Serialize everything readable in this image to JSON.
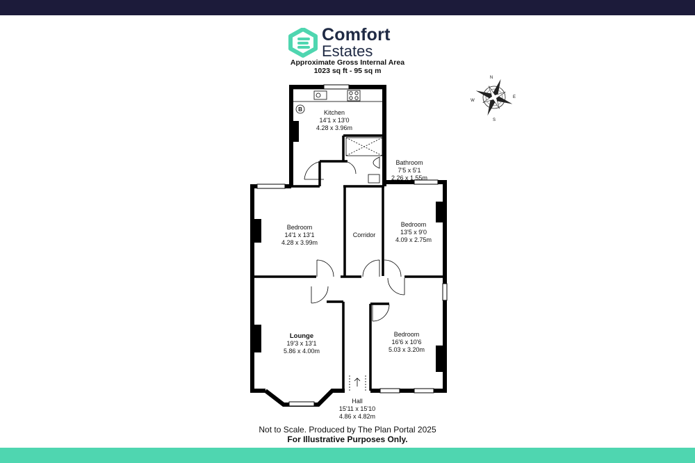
{
  "colors": {
    "top_bar": "#1c1b3a",
    "bottom_bar": "#4fd6b0",
    "logo_accent": "#4fd6b0",
    "logo_text": "#1f2a44"
  },
  "logo": {
    "line1": "Comfort",
    "line2": "Estates"
  },
  "header": {
    "title": "Approximate Gross Internal Area",
    "area": "1023 sq ft - 95 sq m"
  },
  "compass": {
    "icon": "compass-rose-icon",
    "n": "N",
    "s": "S",
    "e": "E",
    "w": "W"
  },
  "rooms": {
    "kitchen": {
      "name": "Kitchen",
      "imperial": "14'1 x 13'0",
      "metric": "4.28 x 3.96m"
    },
    "bathroom": {
      "name": "Bathroom",
      "imperial": "7'5 x 5'1",
      "metric": "2.26 x 1.55m"
    },
    "bedroom1": {
      "name": "Bedroom",
      "imperial": "14'1 x 13'1",
      "metric": "4.28 x 3.99m"
    },
    "corridor": {
      "name": "Corridor"
    },
    "bedroom2": {
      "name": "Bedroom",
      "imperial": "13'5 x 9'0",
      "metric": "4.09 x 2.75m"
    },
    "lounge": {
      "name": "Lounge",
      "imperial": "19'3 x 13'1",
      "metric": "5.86 x 4.00m"
    },
    "bedroom3": {
      "name": "Bedroom",
      "imperial": "16'6 x 10'6",
      "metric": "5.03 x 3.20m"
    },
    "hall": {
      "name": "Hall",
      "imperial": "15'11 x 15'10",
      "metric": "4.86 x 4.82m"
    }
  },
  "boiler_label": "B",
  "footer": {
    "line1": "Not to Scale. Produced by The Plan Portal 2025",
    "line2": "For Illustrative Purposes Only."
  }
}
